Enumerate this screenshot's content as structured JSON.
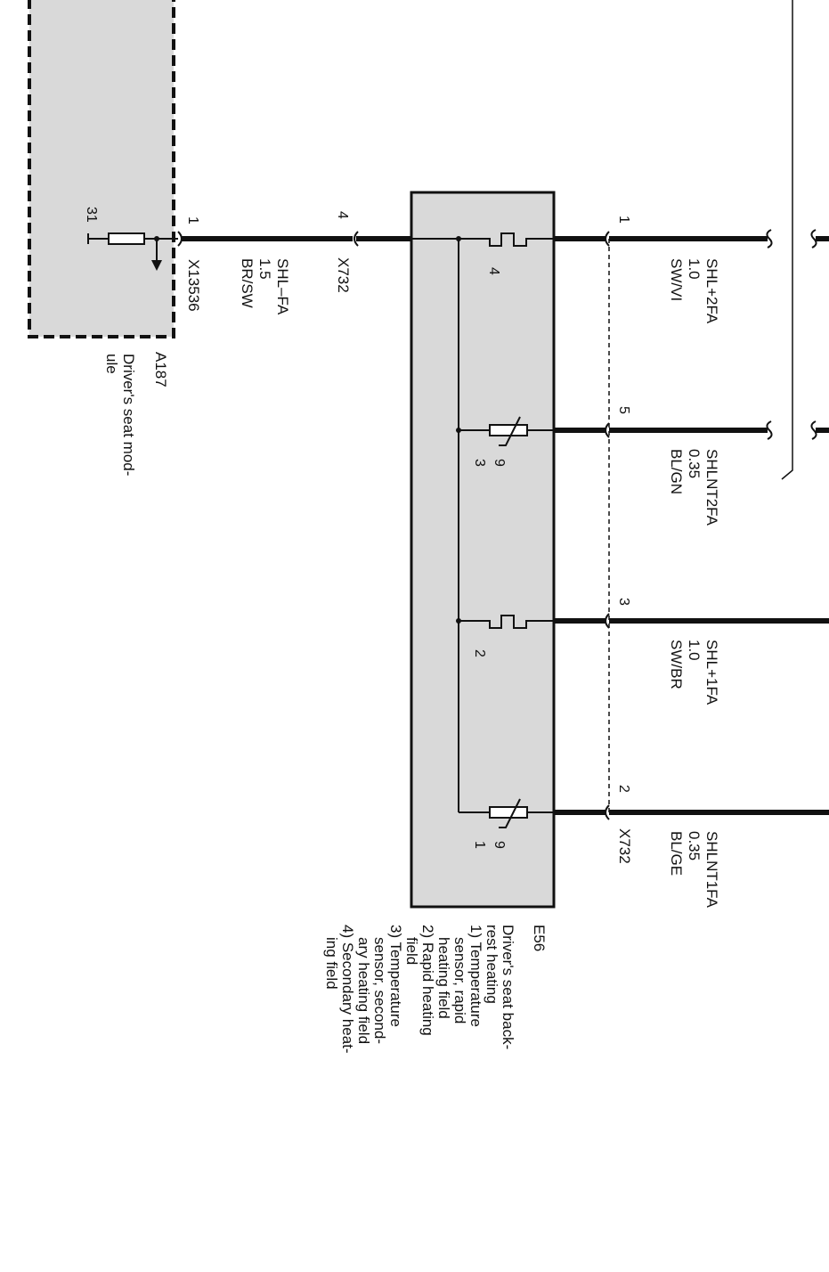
{
  "modules": {
    "a187": {
      "id": "A187",
      "name_lines": [
        "Driver's seat mod-",
        "ule"
      ],
      "ground_pin": "31",
      "pin": "1",
      "connector": "X13536"
    },
    "e56": {
      "id": "E56",
      "title_lines": [
        "Driver's seat back-",
        "rest heating"
      ],
      "legend": [
        [
          "1) Temperature",
          "sensor, rapid",
          "heating field"
        ],
        [
          "2) Rapid heating",
          "field"
        ],
        [
          "3) Temperature",
          "sensor, second-",
          "ary heating field"
        ],
        [
          "4) Secondary heat-",
          "ing field"
        ]
      ],
      "element_numbers": [
        "4",
        "3",
        "2",
        "1"
      ]
    }
  },
  "left_wire": {
    "name": "SHL–FA",
    "size": "1.5",
    "color": "BR/SW",
    "x732_pin": "4",
    "x732_label": "X732"
  },
  "right_wires": [
    {
      "pin": "1",
      "name": "SHL+2FA",
      "size": "1.0",
      "color": "SW/VI"
    },
    {
      "pin": "5",
      "name": "SHLNT2FA",
      "size": "0.35",
      "color": "BL/GN"
    },
    {
      "pin": "3",
      "name": "SHL+1FA",
      "size": "1.0",
      "color": "SW/BR"
    },
    {
      "pin": "2",
      "name": "SHLNT1FA",
      "size": "0.35",
      "color": "BL/GE"
    }
  ],
  "right_connector": "X732",
  "colors": {
    "line": "#111111",
    "module_fill": "#d9d9d9"
  }
}
